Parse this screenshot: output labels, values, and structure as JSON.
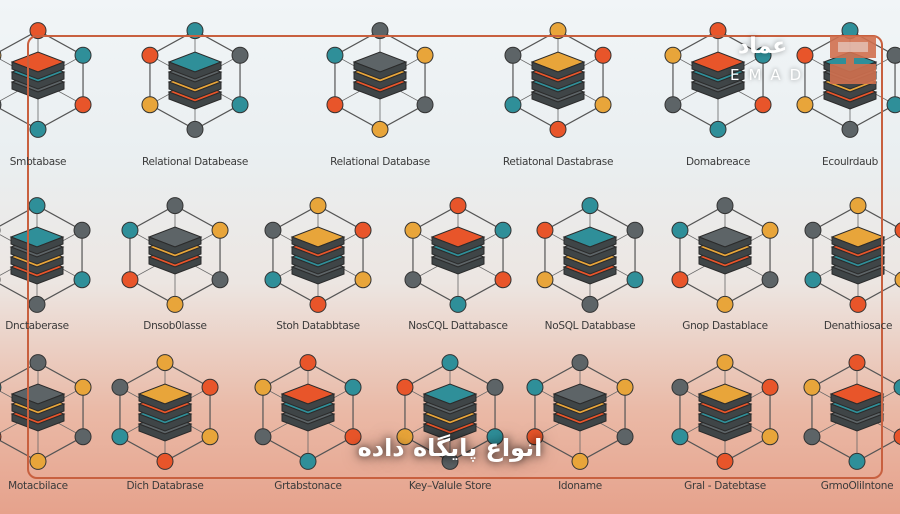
{
  "title": "انواع پایگاه داده",
  "logo": {
    "arabic": "عماد",
    "latin": "EMAD"
  },
  "colors": {
    "orange": "#e8552a",
    "teal": "#2f8f99",
    "gray": "#5d6467",
    "yellow": "#e8a53a",
    "frame": "#c8603f"
  },
  "rows": [
    {
      "labels": [
        "Smbtabase",
        "Relational Databease",
        "Relational Database",
        "Retiatonal Dastabrase",
        "Domabreace",
        "Ecoulrdaub"
      ]
    },
    {
      "labels": [
        "Dnctaberase",
        "Dnsob0lasse",
        "Stoh Databbtase",
        "NosCQL Dattabasce",
        "NoSQL Databbase",
        "Gnop Dastablace",
        "Denathiosace"
      ]
    },
    {
      "labels": [
        "Motacbilace",
        "Dich Databrase",
        "Grtabstonace",
        "Key–Valule Store",
        "Idoname",
        "Gral - Datebtase",
        "GrmoOliIntone"
      ]
    }
  ]
}
